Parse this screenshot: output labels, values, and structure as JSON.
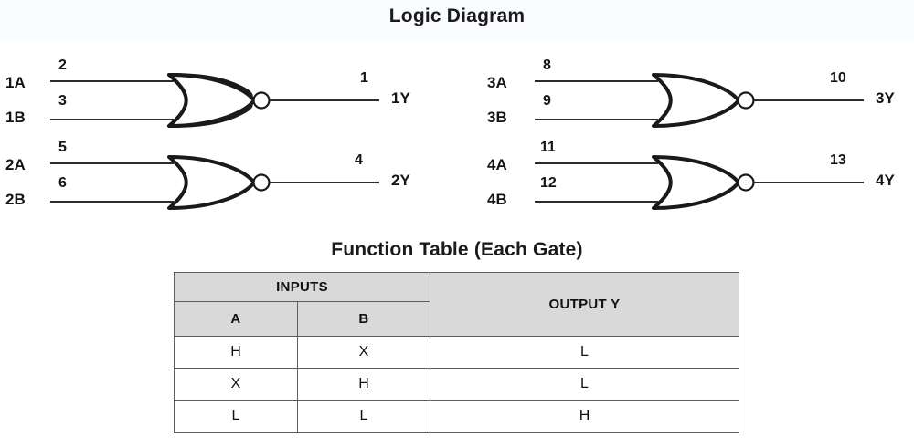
{
  "page": {
    "diagram_title": "Logic Diagram",
    "table_title": "Function Table (Each Gate)",
    "background": "#ffffff",
    "ink": "#141414",
    "header_fill": "#d9d9d9",
    "border": "#5c5c5c"
  },
  "logic_diagram": {
    "gate_type": "NOR",
    "gate_count": 4,
    "gates": [
      {
        "id": "gate-1",
        "inputs": [
          {
            "name": "1A",
            "pin": "2"
          },
          {
            "name": "1B",
            "pin": "3"
          }
        ],
        "output": {
          "name": "1Y",
          "pin": "1"
        }
      },
      {
        "id": "gate-3",
        "inputs": [
          {
            "name": "3A",
            "pin": "8"
          },
          {
            "name": "3B",
            "pin": "9"
          }
        ],
        "output": {
          "name": "3Y",
          "pin": "10"
        }
      },
      {
        "id": "gate-2",
        "inputs": [
          {
            "name": "2A",
            "pin": "5"
          },
          {
            "name": "2B",
            "pin": "6"
          }
        ],
        "output": {
          "name": "2Y",
          "pin": "4"
        }
      },
      {
        "id": "gate-4",
        "inputs": [
          {
            "name": "4A",
            "pin": "11"
          },
          {
            "name": "4B",
            "pin": "12"
          }
        ],
        "output": {
          "name": "4Y",
          "pin": "13"
        }
      }
    ]
  },
  "function_table": {
    "group_headers": {
      "inputs": "INPUTS",
      "output": "OUTPUT Y"
    },
    "sub_headers": {
      "a": "A",
      "b": "B"
    },
    "rows": [
      {
        "a": "H",
        "b": "X",
        "y": "L"
      },
      {
        "a": "X",
        "b": "H",
        "y": "L"
      },
      {
        "a": "L",
        "b": "L",
        "y": "H"
      }
    ]
  }
}
